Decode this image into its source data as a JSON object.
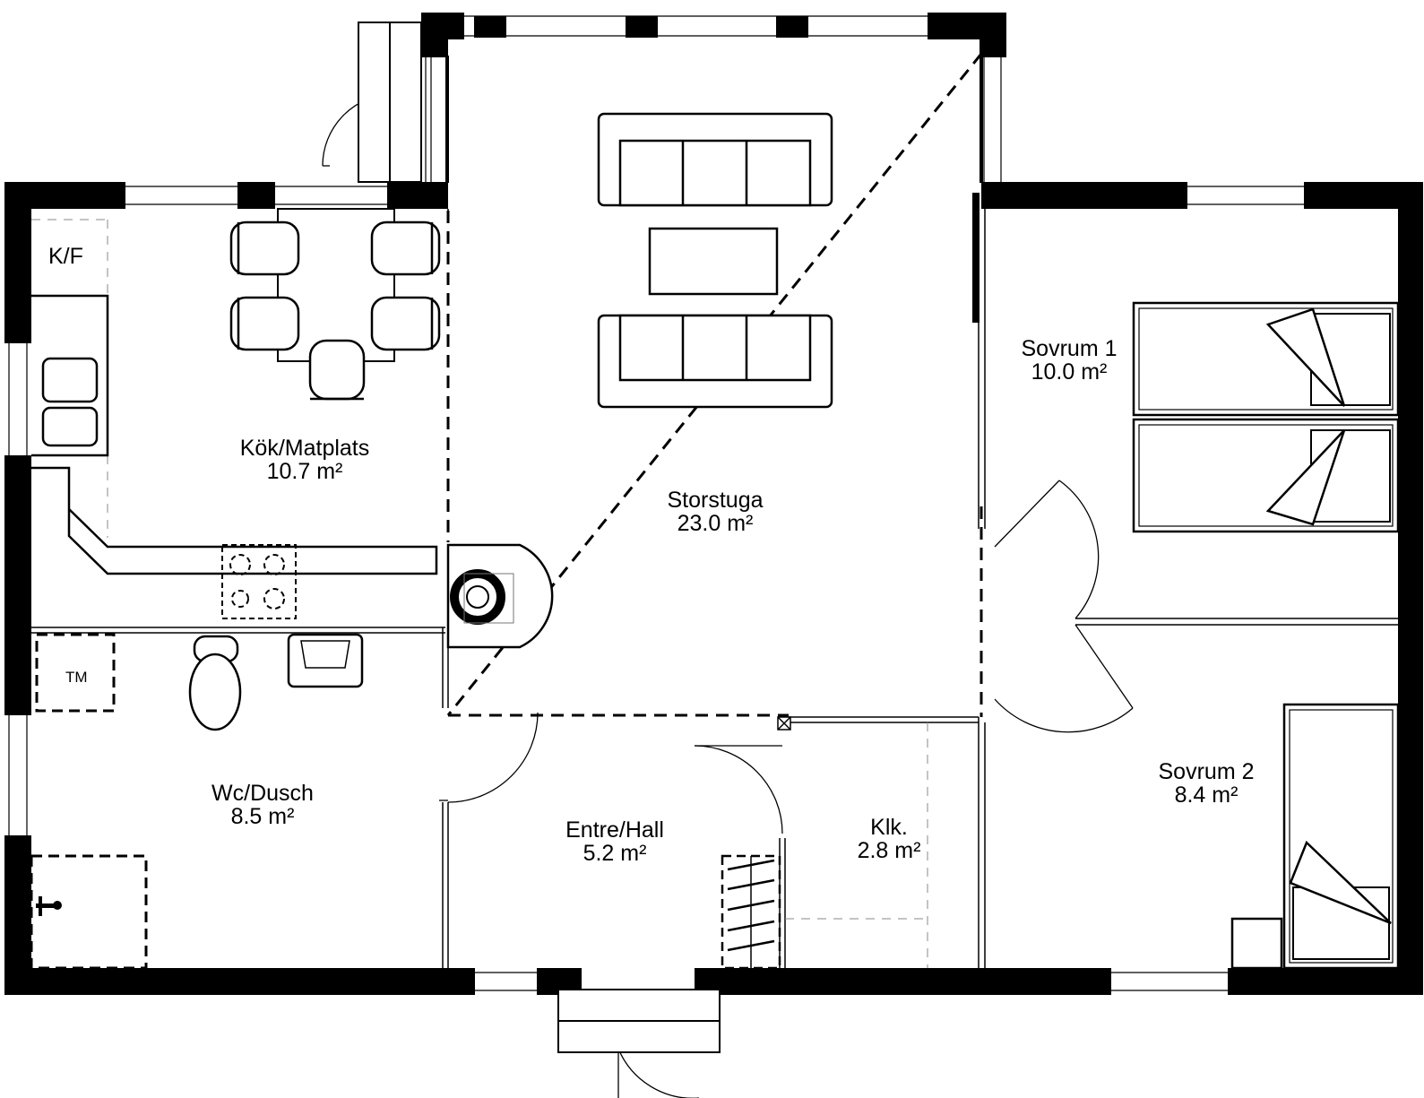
{
  "rooms": [
    {
      "id": "kok",
      "name": "Kök/Matplats",
      "area": "10.7 m²"
    },
    {
      "id": "storstuga",
      "name": "Storstuga",
      "area": "23.0 m²"
    },
    {
      "id": "sovrum1",
      "name": "Sovrum 1",
      "area": "10.0 m²"
    },
    {
      "id": "sovrum2",
      "name": "Sovrum 2",
      "area": "8.4 m²"
    },
    {
      "id": "wc",
      "name": "Wc/Dusch",
      "area": "8.5 m²"
    },
    {
      "id": "entre",
      "name": "Entre/Hall",
      "area": "5.2 m²"
    },
    {
      "id": "klk",
      "name": "Klk.",
      "area": "2.8 m²"
    }
  ],
  "fixtures": {
    "fridge_label": "K/F",
    "washer_label": "TM"
  }
}
